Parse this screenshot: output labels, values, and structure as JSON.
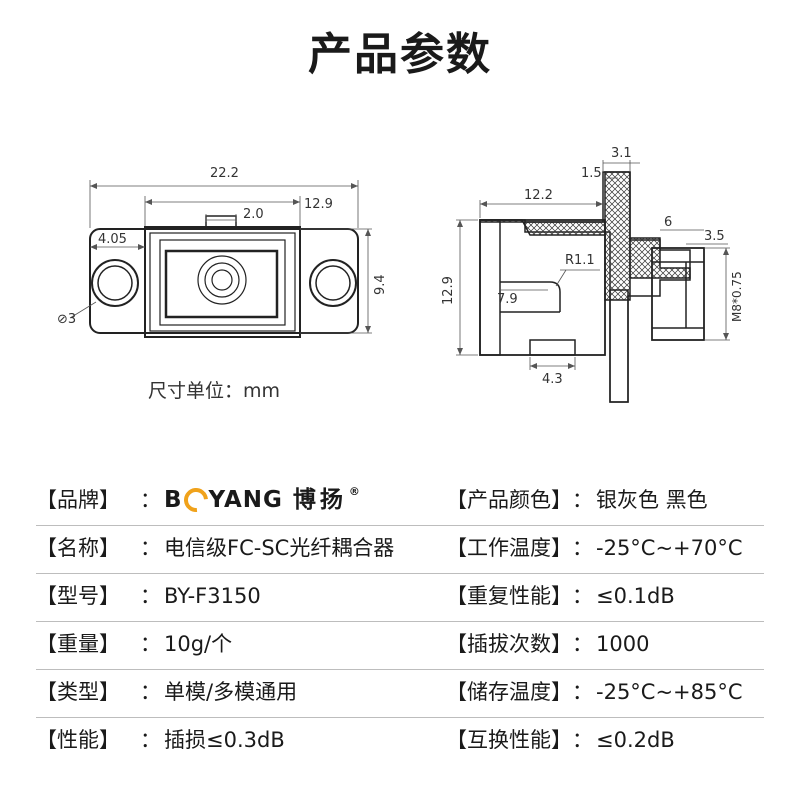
{
  "title": "产品参数",
  "drawing": {
    "left_dims": {
      "overall_width": "22.2",
      "body_width": "12.9",
      "key_width": "2.0",
      "flange_offset": "4.05",
      "height": "9.4",
      "hole": "⊘3"
    },
    "right_dims": {
      "top_width": "3.1",
      "top_gap": "1.5",
      "depth": "12.2",
      "radius": "R1.1",
      "nut_length": "6",
      "nut_step": "3.5",
      "thread": "M8*0.75",
      "inner": "7.9",
      "height": "12.9",
      "bottom": "4.3"
    },
    "unit_text": "尺寸单位：mm"
  },
  "specs": {
    "rows": [
      {
        "left_label": "【品牌】",
        "sep": "：",
        "brand_en_1": "B",
        "brand_en_2": "YANG",
        "brand_cn": "博扬",
        "brand_reg": "®",
        "right_label": "【产品颜色】",
        "right_value": "银灰色 黑色"
      },
      {
        "left_label": "【名称】",
        "sep": "：",
        "left_value": "电信级FC-SC光纤耦合器",
        "right_label": "【工作温度】",
        "right_value": "-25°C~+70°C"
      },
      {
        "left_label": "【型号】",
        "sep": "：",
        "left_value": "BY-F3150",
        "right_label": "【重复性能】",
        "right_value": "≤0.1dB"
      },
      {
        "left_label": "【重量】",
        "sep": "：",
        "left_value": "10g/个",
        "right_label": "【插拔次数】",
        "right_value": "1000"
      },
      {
        "left_label": "【类型】",
        "sep": "：",
        "left_value": "单模/多模通用",
        "right_label": "【储存温度】",
        "right_value": "-25°C~+85°C"
      },
      {
        "left_label": "【性能】",
        "sep": "：",
        "left_value": "插损≤0.3dB",
        "right_label": "【互换性能】",
        "right_value": "≤0.2dB"
      }
    ]
  }
}
